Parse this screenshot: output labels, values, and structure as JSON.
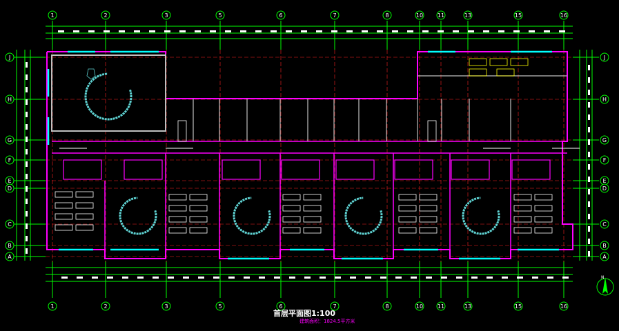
{
  "drawing": {
    "title": "首层平面图1:100",
    "subtitle": "建筑面积：1824.5平方米"
  },
  "axes": {
    "top": [
      "1",
      "2",
      "3",
      "5",
      "6",
      "7",
      "8",
      "10",
      "11",
      "13",
      "15",
      "16"
    ],
    "left": [
      "J",
      "H",
      "G",
      "F",
      "E",
      "D",
      "C",
      "B",
      "A"
    ]
  },
  "colors": {
    "background": "#000000",
    "dimension": "#00ff00",
    "axis_line": "#ff0000",
    "wall": "#ff00ff",
    "window": "#00ffff",
    "furniture": "#5fd3d3",
    "fill": "#c0c0c0",
    "text": "#ffffff"
  },
  "compass": {
    "label": "N"
  }
}
